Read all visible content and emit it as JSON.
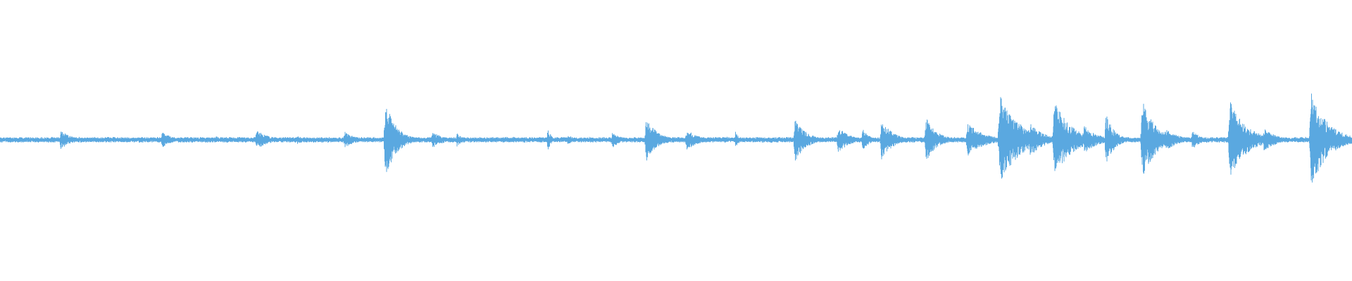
{
  "waveform": {
    "color": "#5aa8e0",
    "baseline_level": 0.015,
    "noise_level": 0.006,
    "events": [
      {
        "t": 0.045,
        "amp": 0.07,
        "width": 0.008
      },
      {
        "t": 0.08,
        "amp": 0.025,
        "width": 0.004
      },
      {
        "t": 0.12,
        "amp": 0.06,
        "width": 0.007
      },
      {
        "t": 0.16,
        "amp": 0.03,
        "width": 0.004
      },
      {
        "t": 0.19,
        "amp": 0.07,
        "width": 0.009
      },
      {
        "t": 0.22,
        "amp": 0.03,
        "width": 0.005
      },
      {
        "t": 0.255,
        "amp": 0.06,
        "width": 0.008
      },
      {
        "t": 0.285,
        "amp": 0.28,
        "width": 0.008
      },
      {
        "t": 0.32,
        "amp": 0.06,
        "width": 0.008
      },
      {
        "t": 0.338,
        "amp": 0.05,
        "width": 0.004
      },
      {
        "t": 0.405,
        "amp": 0.08,
        "width": 0.003
      },
      {
        "t": 0.42,
        "amp": 0.035,
        "width": 0.006
      },
      {
        "t": 0.453,
        "amp": 0.06,
        "width": 0.006
      },
      {
        "t": 0.478,
        "amp": 0.16,
        "width": 0.008
      },
      {
        "t": 0.508,
        "amp": 0.08,
        "width": 0.008
      },
      {
        "t": 0.544,
        "amp": 0.06,
        "width": 0.003
      },
      {
        "t": 0.588,
        "amp": 0.16,
        "width": 0.008
      },
      {
        "t": 0.62,
        "amp": 0.1,
        "width": 0.008
      },
      {
        "t": 0.638,
        "amp": 0.08,
        "width": 0.005
      },
      {
        "t": 0.652,
        "amp": 0.15,
        "width": 0.008
      },
      {
        "t": 0.685,
        "amp": 0.16,
        "width": 0.008
      },
      {
        "t": 0.716,
        "amp": 0.12,
        "width": 0.012
      },
      {
        "t": 0.74,
        "amp": 0.32,
        "width": 0.014
      },
      {
        "t": 0.762,
        "amp": 0.12,
        "width": 0.01
      },
      {
        "t": 0.78,
        "amp": 0.28,
        "width": 0.012
      },
      {
        "t": 0.802,
        "amp": 0.1,
        "width": 0.01
      },
      {
        "t": 0.818,
        "amp": 0.2,
        "width": 0.006
      },
      {
        "t": 0.845,
        "amp": 0.28,
        "width": 0.01
      },
      {
        "t": 0.862,
        "amp": 0.08,
        "width": 0.01
      },
      {
        "t": 0.882,
        "amp": 0.07,
        "width": 0.006
      },
      {
        "t": 0.91,
        "amp": 0.27,
        "width": 0.012
      },
      {
        "t": 0.935,
        "amp": 0.08,
        "width": 0.01
      },
      {
        "t": 0.97,
        "amp": 0.34,
        "width": 0.012
      },
      {
        "t": 0.99,
        "amp": 0.07,
        "width": 0.01
      }
    ]
  }
}
